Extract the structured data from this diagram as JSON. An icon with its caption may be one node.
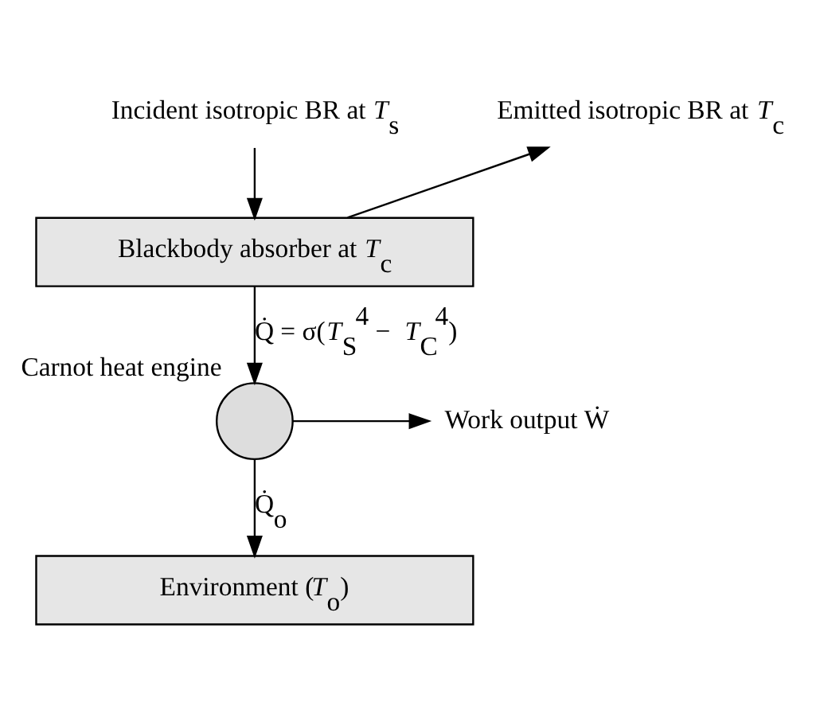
{
  "diagram": {
    "nodes": [
      {
        "text": [
          "Incident isotropic BR at *T*$_{s}$"
        ]
      },
      {
        "text": [
          "Emitted isotropic BR at *T*$_{c}$"
        ]
      },
      {
        "text": [
          "Blackbody absorber at *T*$_{c}$"
        ]
      },
      {
        "text": [],
        "shape": "circle",
        "beside": [
          "Carnot heat engine"
        ]
      },
      {
        "text": [
          "Work output Ẇ"
        ]
      },
      {
        "text": [
          "Environment (*T*$_{o}$)"
        ]
      }
    ],
    "edges": [
      {
        "from": 0,
        "to": 2,
        "arrow": "to"
      },
      {
        "from": 2,
        "to": 1,
        "arrow": "to"
      },
      {
        "from": 2,
        "to": 3,
        "arrow": "to",
        "label": "Q̇ = σ(*T*$_{S}$$^{4}$ − *T*$_{C}$$^{4}$)"
      },
      {
        "from": 3,
        "to": 4,
        "arrow": "to"
      },
      {
        "from": 3,
        "to": 5,
        "arrow": "to",
        "label": "Q̇$_{o}$"
      }
    ]
  }
}
